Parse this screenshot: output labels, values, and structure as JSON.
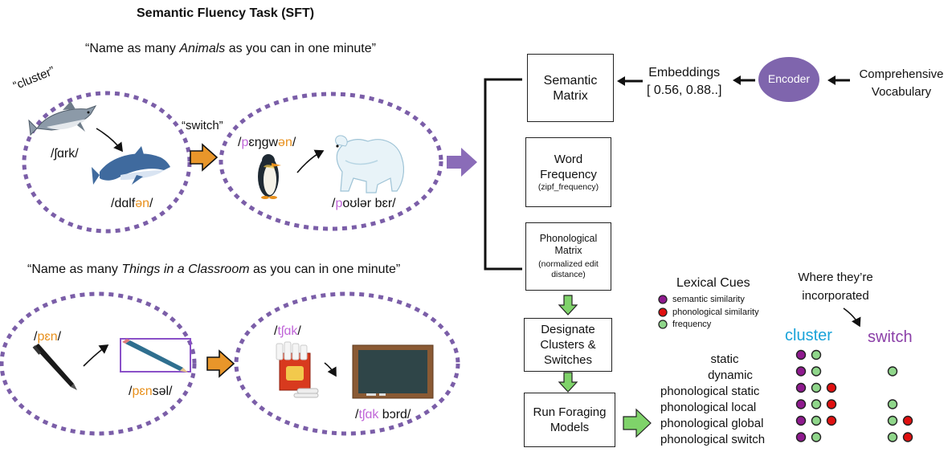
{
  "header": {
    "title": "Semantic Fluency Task (SFT)",
    "prompt_animals": [
      "“Name as many ",
      "Animals",
      " as you can in one minute”"
    ],
    "prompt_classroom": [
      "“Name as many ",
      "Things in a Classroom",
      " as you can in one minute”"
    ]
  },
  "animals": {
    "cluster_label": "“cluster”",
    "switch_label": "“switch”",
    "shark": "/ʃɑrk/",
    "dolphin": [
      "/dɑlf",
      "ən",
      "/"
    ],
    "penguin": [
      "/",
      "p",
      "ɛŋgw",
      "ən",
      "/"
    ],
    "polar_bear": [
      "/",
      "p",
      "oʊlər bɛr/"
    ]
  },
  "classroom": {
    "pen": [
      "/",
      "pɛn",
      "/"
    ],
    "pencil": [
      "/",
      "pɛn",
      "səl/"
    ],
    "chalk": [
      "/",
      "tʃɑk",
      "/"
    ],
    "chalkboard": [
      "/",
      "tʃɑk",
      " bɔrd/"
    ]
  },
  "pipeline": {
    "semantic_matrix": "Semantic\nMatrix",
    "embeddings_label": "Embeddings",
    "embeddings_values": "[ 0.56, 0.88..]",
    "encoder": "Encoder",
    "vocabulary": "Comprehensive\nVocabulary",
    "word_frequency": "Word\nFrequency",
    "word_frequency_sub": "(zipf_frequency)",
    "phonological_matrix": "Phonological\nMatrix",
    "phonological_matrix_sub": "(normalized edit\ndistance)",
    "designate": "Designate\nClusters &\nSwitches",
    "run_models": "Run Foraging\nModels"
  },
  "cues": {
    "title": "Lexical Cues",
    "items": [
      "semantic similarity",
      "phonological similarity",
      "frequency"
    ],
    "where_label": "Where they’re\nincorporated",
    "cluster_header": "cluster",
    "switch_header": "switch",
    "models": [
      "static",
      "dynamic",
      "phonological static",
      "phonological local",
      "phonological global",
      "phonological switch"
    ]
  },
  "colors": {
    "purple_dot": "#8e1a8e",
    "red_dot": "#e01010",
    "green_dot": "#8fd68a",
    "ellipse": "#7b5ea8",
    "arrow_purple": "#8a6cb8",
    "arrow_orange": "#e8962a",
    "arrow_green": "#7fd36a",
    "encoder": "#7f65ad",
    "cluster_text": "#1aa3d9",
    "switch_text": "#8b3fa8"
  },
  "model_dots": {
    "static": {
      "cluster": [
        "semantic",
        "frequency"
      ],
      "switch": []
    },
    "dynamic": {
      "cluster": [
        "semantic",
        "frequency"
      ],
      "switch": [
        "frequency"
      ]
    },
    "phonological static": {
      "cluster": [
        "semantic",
        "frequency",
        "phonological"
      ],
      "switch": []
    },
    "phonological local": {
      "cluster": [
        "semantic",
        "frequency",
        "phonological"
      ],
      "switch": [
        "frequency"
      ]
    },
    "phonological global": {
      "cluster": [
        "semantic",
        "frequency",
        "phonological"
      ],
      "switch": [
        "frequency",
        "phonological"
      ]
    },
    "phonological switch": {
      "cluster": [
        "semantic",
        "frequency"
      ],
      "switch": [
        "frequency",
        "phonological"
      ]
    }
  }
}
